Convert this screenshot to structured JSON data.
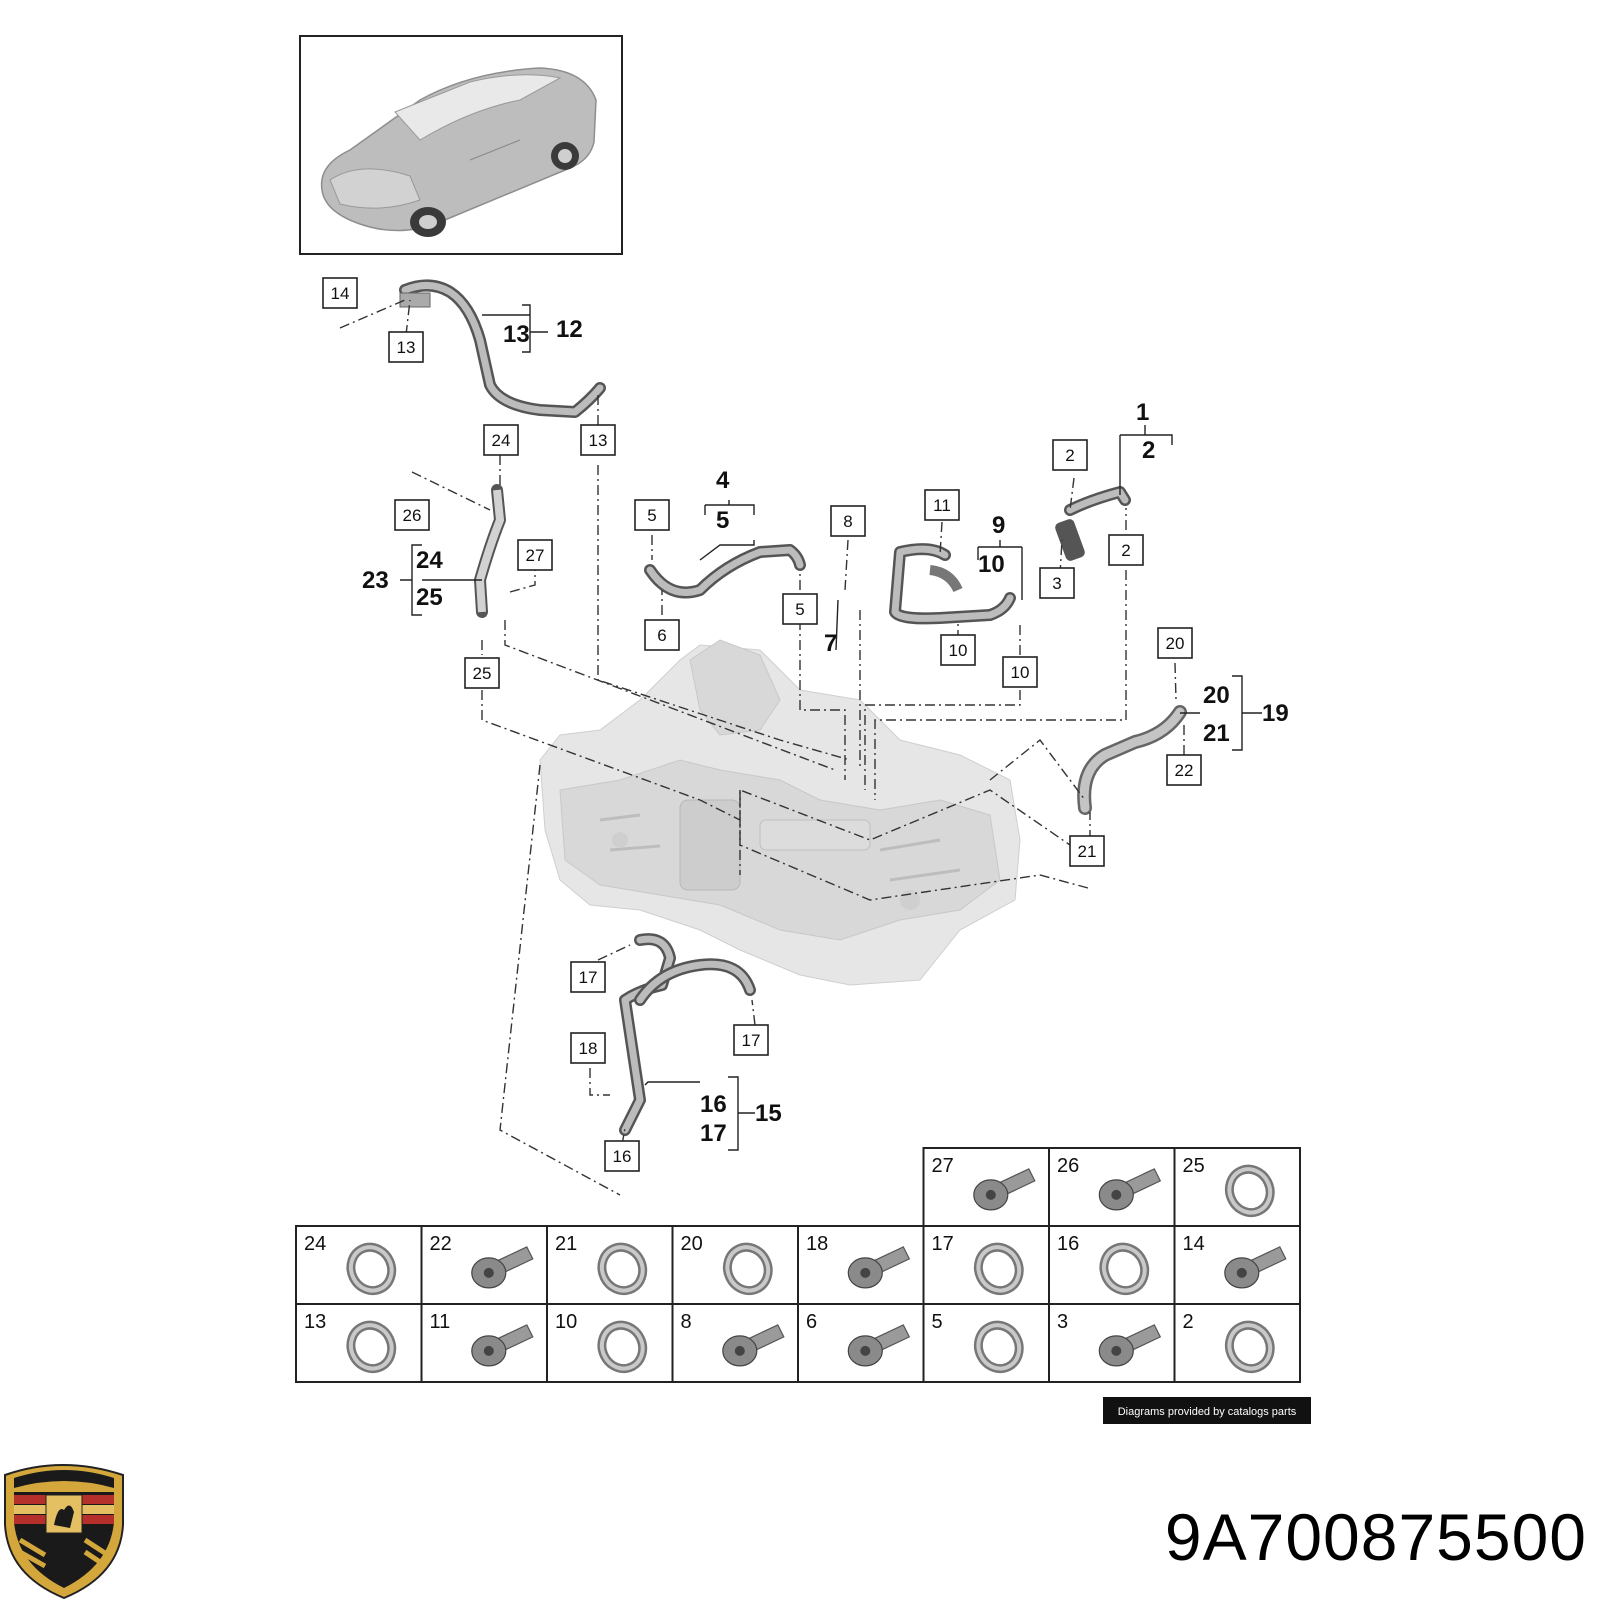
{
  "diagram": {
    "part_number": "9A700875500",
    "credit": "Diagrams provided by catalogs parts",
    "brand_icon": "porsche-crest-icon",
    "vehicle_icon": "car-thumbnail-icon",
    "engine_icon": "engine-block-icon"
  },
  "callouts": {
    "c14a": "14",
    "c13a": "13",
    "c13b": "13",
    "c24a": "24",
    "c26": "26",
    "c27": "27",
    "c25a": "25",
    "c5a": "5",
    "c6": "6",
    "c5b": "5",
    "c8": "8",
    "c11": "11",
    "c10a": "10",
    "c10b": "10",
    "c2a": "2",
    "c3": "3",
    "c2b": "2",
    "c20a": "20",
    "c22": "22",
    "c21a": "21",
    "c17a": "17",
    "c17b": "17",
    "c18": "18",
    "c16a": "16"
  },
  "groups": {
    "g12": "12",
    "g13": "13",
    "g4": "4",
    "g5": "5",
    "g7": "7",
    "g9": "9",
    "g10": "10",
    "g1": "1",
    "g2": "2",
    "g23": "23",
    "g24": "24",
    "g25": "25",
    "g19": "19",
    "g20": "20",
    "g21": "21",
    "g15": "15",
    "g16": "16",
    "g17": "17"
  },
  "hardware_grid": {
    "top_row": [
      {
        "label": "27",
        "icon": "bolt-icon"
      },
      {
        "label": "26",
        "icon": "bolt-icon"
      },
      {
        "label": "25",
        "icon": "seal-ring-icon"
      }
    ],
    "middle_row": [
      {
        "label": "24",
        "icon": "seal-ring-icon"
      },
      {
        "label": "22",
        "icon": "bolt-icon"
      },
      {
        "label": "21",
        "icon": "seal-ring-icon"
      },
      {
        "label": "20",
        "icon": "seal-ring-icon"
      },
      {
        "label": "18",
        "icon": "bolt-icon"
      },
      {
        "label": "17",
        "icon": "seal-ring-icon"
      },
      {
        "label": "16",
        "icon": "seal-ring-icon"
      },
      {
        "label": "14",
        "icon": "bolt-icon"
      }
    ],
    "bottom_row": [
      {
        "label": "13",
        "icon": "seal-ring-icon"
      },
      {
        "label": "11",
        "icon": "bolt-icon"
      },
      {
        "label": "10",
        "icon": "seal-ring-icon"
      },
      {
        "label": "8",
        "icon": "bolt-icon"
      },
      {
        "label": "6",
        "icon": "bolt-icon"
      },
      {
        "label": "5",
        "icon": "seal-ring-icon"
      },
      {
        "label": "3",
        "icon": "bolt-icon"
      },
      {
        "label": "2",
        "icon": "seal-ring-icon"
      }
    ]
  },
  "colors": {
    "crest_gold": "#d4a73c",
    "crest_red": "#b5302a",
    "crest_black": "#1a1a1a",
    "car_grey": "#b9b9b9"
  }
}
